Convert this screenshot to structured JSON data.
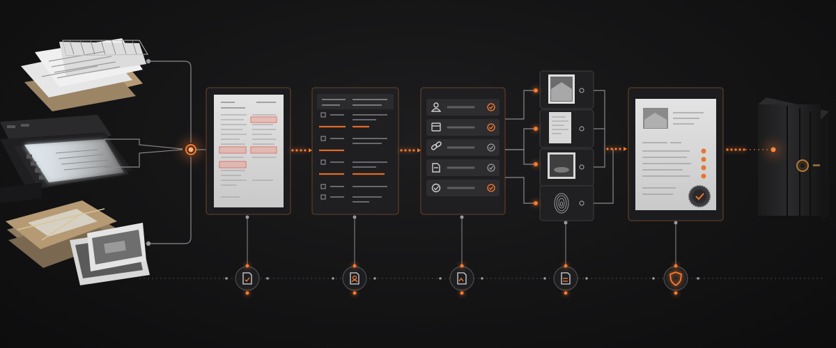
{
  "colors": {
    "background": "#141415",
    "accent": "#ff7a2e",
    "connector": "#8a8a8e",
    "card_border": "#4a4a4d",
    "paper": "#d9d9d9",
    "dark_panel": "#232325"
  },
  "pipeline": {
    "sources": [
      {
        "name": "loose-papers",
        "icon": "paper-stack-icon"
      },
      {
        "name": "flatbed-scanner",
        "icon": "scanner-icon"
      },
      {
        "name": "bundled-files-and-photos",
        "icon": "photo-bundle-icon"
      }
    ],
    "stages": [
      {
        "name": "scanned-page",
        "icon": "document-scan-icon"
      },
      {
        "name": "field-checklist",
        "icon": "checklist-icon"
      },
      {
        "name": "entity-verification",
        "icon": "verification-icon",
        "row_icons": [
          "person-icon",
          "calendar-icon",
          "link-icon",
          "file-icon",
          "check-circle-icon"
        ]
      },
      {
        "name": "media-thumbnails",
        "icon": "thumbnails-icon",
        "thumbs": [
          "building-photo-icon",
          "document-thumb-icon",
          "interior-photo-icon",
          "fingerprint-icon"
        ]
      },
      {
        "name": "verified-record",
        "icon": "verified-record-icon"
      },
      {
        "name": "archive-vault",
        "icon": "vault-icon"
      }
    ],
    "bottom_nodes": [
      "document-audit-icon",
      "document-person-icon",
      "document-image-icon",
      "document-text-icon",
      "shield-icon"
    ]
  }
}
